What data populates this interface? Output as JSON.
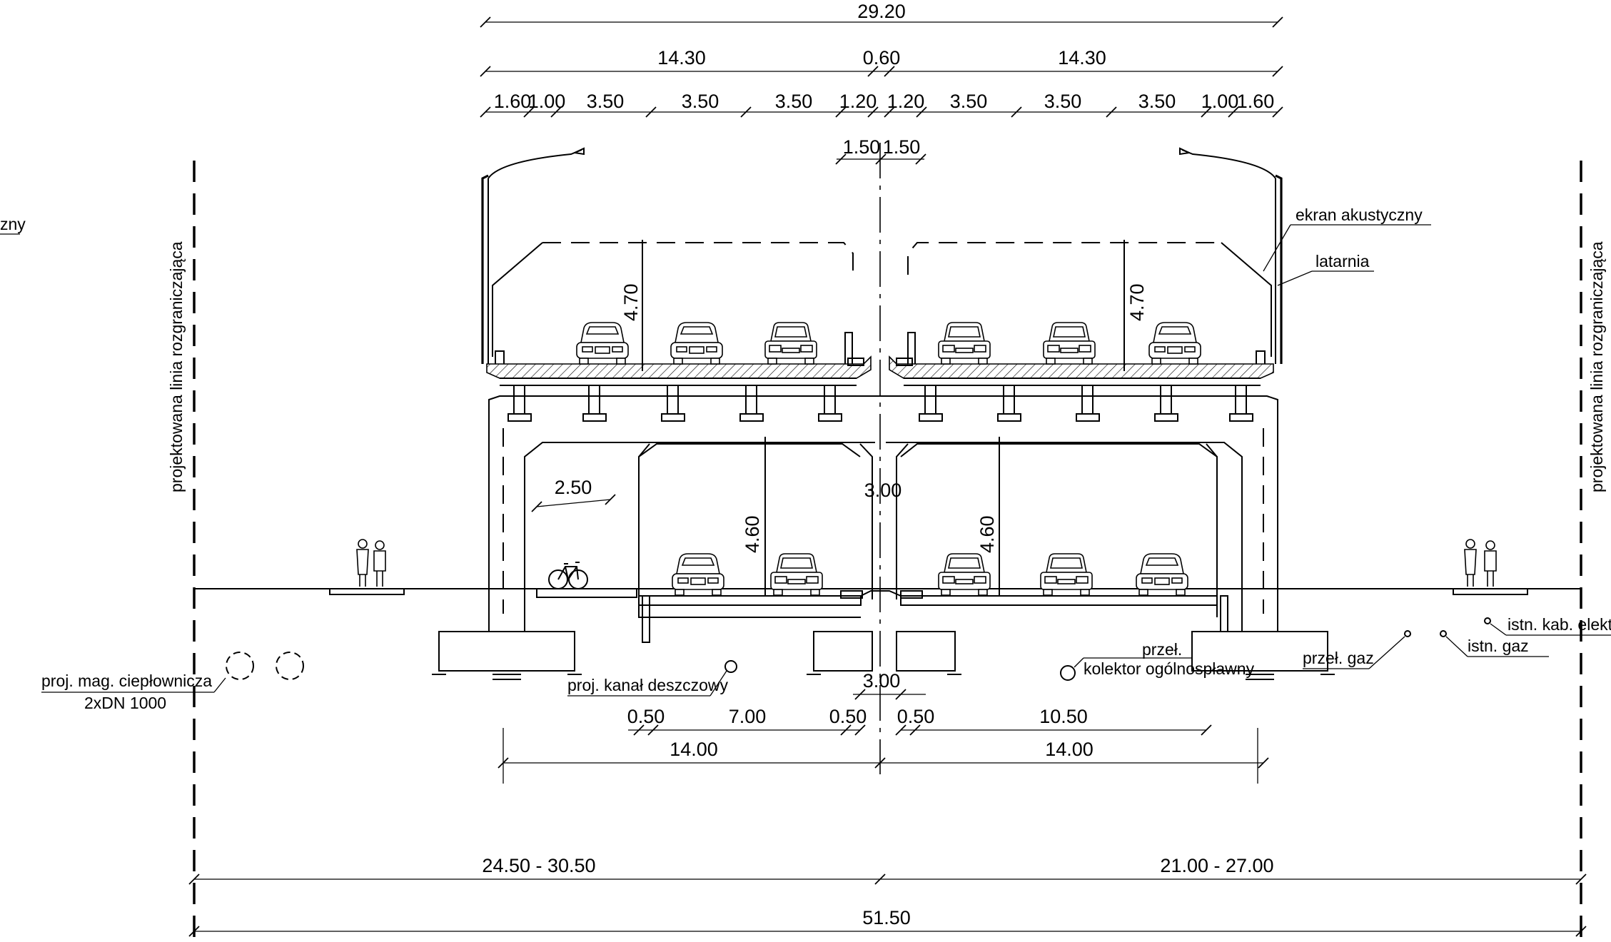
{
  "top_dimensions": {
    "total": "29.20",
    "left_half": "14.30",
    "median": "0.60",
    "right_half": "14.30",
    "left_lanes": [
      "1.60",
      "1.00",
      "3.50",
      "3.50",
      "3.50",
      "1.20"
    ],
    "right_lanes": [
      "1.20",
      "3.50",
      "3.50",
      "3.50",
      "1.00",
      "1.60"
    ],
    "median_split": [
      "1.50",
      "1.50"
    ],
    "upper_clearance_left": "4.70",
    "upper_clearance_right": "4.70"
  },
  "lower_level": {
    "bike_path": "2.50",
    "clearance_left": "4.60",
    "clearance_right": "4.60",
    "median_gap": "3.00",
    "foundation_gap": "3.00"
  },
  "bottom_dimensions": {
    "left_parts": [
      "0.50",
      "7.00",
      "0.50"
    ],
    "right_parts": [
      "0.50",
      "10.50"
    ],
    "left_width": "14.00",
    "right_width": "14.00",
    "left_range": "24.50 - 30.50",
    "right_range": "21.00 - 27.00",
    "total": "51.50"
  },
  "labels": {
    "acoustic_screen": "ekran akustyczny",
    "lamp": "latarnia",
    "boundary_left": "projektowana linia rozgraniczająca",
    "boundary_right": "projektowana linia rozgraniczająca",
    "heat_main": "proj. mag. ciepłownicza",
    "heat_main_size": "2xDN 1000",
    "storm_drain": "proj. kanał deszczowy",
    "combined_sewer_1": "przeł.",
    "combined_sewer_2": "kolektor ogólnospławny",
    "gas_relocated": "przeł. gaz",
    "gas_existing": "istn. gaz",
    "cable_existing": "istn. kab. elektr.",
    "cut_left": "zny"
  }
}
